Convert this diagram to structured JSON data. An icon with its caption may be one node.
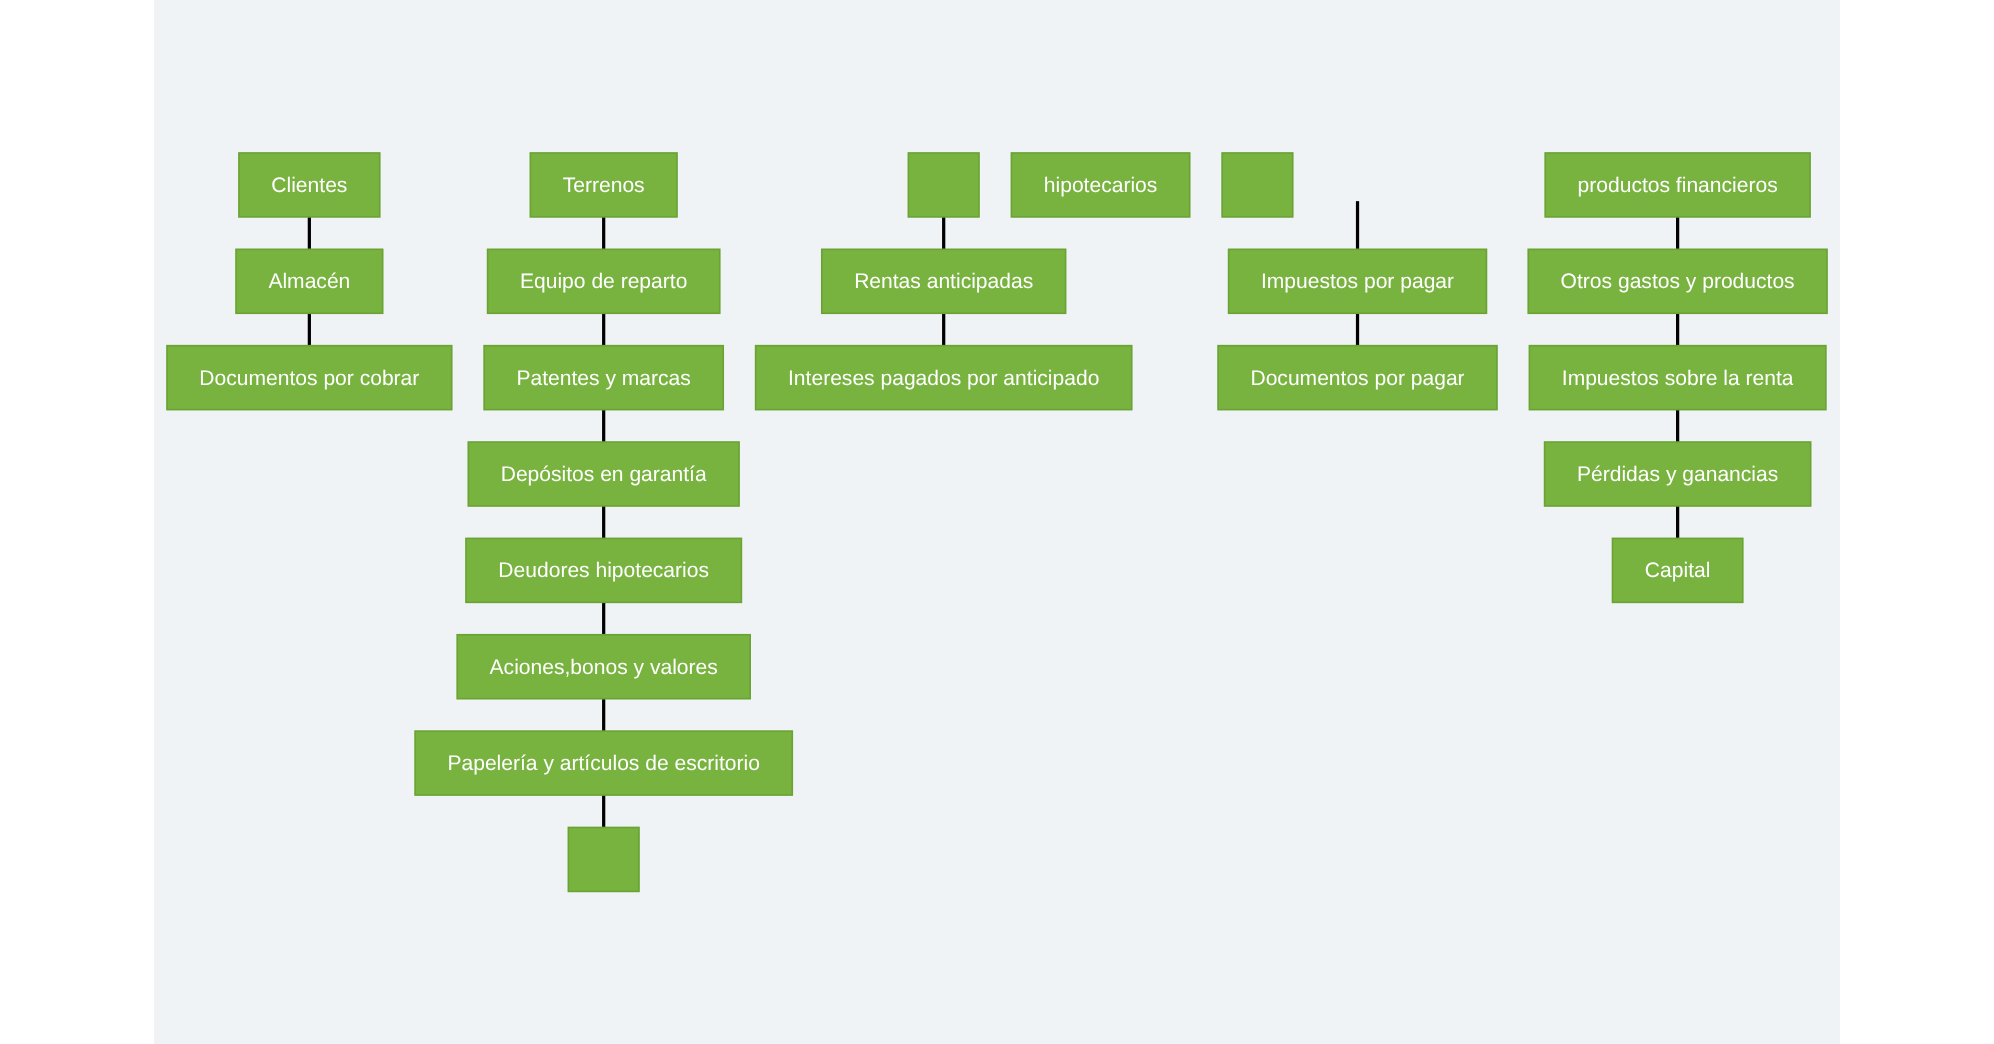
{
  "diagram": {
    "nodes": [
      {
        "text": [
          "Clientes"
        ]
      },
      {
        "text": [
          "Almacén"
        ]
      },
      {
        "text": [
          "Documentos por cobrar"
        ]
      },
      {
        "text": [
          "Terrenos"
        ]
      },
      {
        "text": [
          "Equipo de reparto"
        ]
      },
      {
        "text": [
          "Patentes y marcas"
        ]
      },
      {
        "text": [
          "Depósitos en garantía"
        ]
      },
      {
        "text": [
          "Deudores hipotecarios"
        ]
      },
      {
        "text": [
          "Aciones,bonos y valores"
        ]
      },
      {
        "text": [
          "Papelería y artículos de escritorio"
        ]
      },
      {
        "text": [],
        "shape": "box"
      },
      {
        "text": [],
        "shape": "box"
      },
      {
        "text": [
          "Rentas anticipadas"
        ]
      },
      {
        "text": [
          "Intereses pagados por anticipado"
        ]
      },
      {
        "text": [
          "Impuestos por pagar"
        ]
      },
      {
        "text": [
          "Documentos por pagar"
        ]
      },
      {
        "text": [
          "hipotecarios"
        ]
      },
      {
        "text": [],
        "shape": "box"
      },
      {
        "text": [
          "productos financieros"
        ]
      },
      {
        "text": [
          "Otros gastos y productos"
        ]
      },
      {
        "text": [
          "Impuestos sobre la renta"
        ]
      },
      {
        "text": [
          "Pérdidas y ganancias"
        ]
      },
      {
        "text": [
          "Capital"
        ]
      }
    ],
    "edges": [
      {
        "from": 0,
        "to": 1,
        "arrow": "none"
      },
      {
        "from": 1,
        "to": 2,
        "arrow": "none"
      },
      {
        "from": 3,
        "to": 4,
        "arrow": "none"
      },
      {
        "from": 4,
        "to": 5,
        "arrow": "none"
      },
      {
        "from": 5,
        "to": 6,
        "arrow": "none"
      },
      {
        "from": 6,
        "to": 7,
        "arrow": "none"
      },
      {
        "from": 7,
        "to": 8,
        "arrow": "none"
      },
      {
        "from": 8,
        "to": 9,
        "arrow": "none"
      },
      {
        "from": 9,
        "to": 10,
        "arrow": "none"
      },
      {
        "from": 11,
        "to": 12,
        "arrow": "none"
      },
      {
        "from": 12,
        "to": 13,
        "arrow": "none"
      },
      {
        "from": null,
        "to": 14,
        "arrow": "none"
      },
      {
        "from": 14,
        "to": 15,
        "arrow": "none"
      },
      {
        "from": 18,
        "to": 19,
        "arrow": "none"
      },
      {
        "from": 19,
        "to": 20,
        "arrow": "none"
      },
      {
        "from": 20,
        "to": 21,
        "arrow": "none"
      },
      {
        "from": 21,
        "to": 22,
        "arrow": "none"
      }
    ]
  }
}
